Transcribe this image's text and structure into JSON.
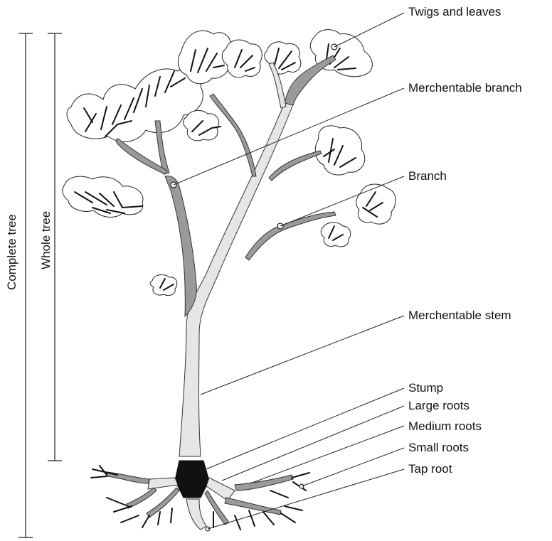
{
  "labels": {
    "twigs_and_leaves": "Twigs and leaves",
    "merchentable_branch": "Merchentable branch",
    "branch": "Branch",
    "merchentable_stem": "Merchentable stem",
    "stump": "Stump",
    "large_roots": "Large roots",
    "medium_roots": "Medium roots",
    "small_roots": "Small roots",
    "tap_root": "Tap root"
  },
  "brackets": {
    "complete_tree": "Complete tree",
    "whole_tree": "Whole tree"
  },
  "colors": {
    "stem": "#e6e6e6",
    "branch": "#9a9a9a",
    "stump": "#111111",
    "outline": "#222222"
  }
}
